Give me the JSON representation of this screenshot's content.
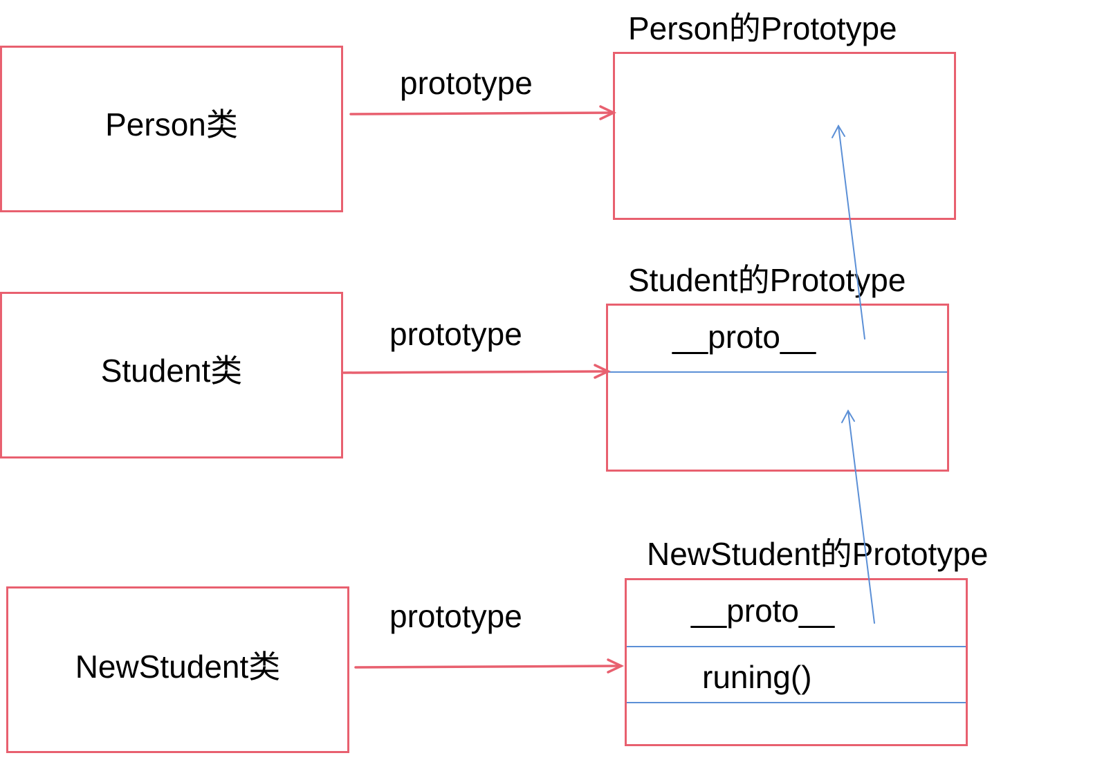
{
  "classes": {
    "person": "Person类",
    "student": "Student类",
    "newstudent": "NewStudent类"
  },
  "prototypes": {
    "person": {
      "title": "Person的Prototype"
    },
    "student": {
      "title": "Student的Prototype",
      "proto": "__proto__"
    },
    "newstudent": {
      "title": "NewStudent的Prototype",
      "proto": "__proto__",
      "method": "runing()"
    }
  },
  "edges": {
    "person": "prototype",
    "student": "prototype",
    "newstudent": "prototype"
  },
  "colors": {
    "box_border": "#e8606f",
    "arrow_red": "#e8606f",
    "arrow_blue": "#5b8fd6"
  }
}
